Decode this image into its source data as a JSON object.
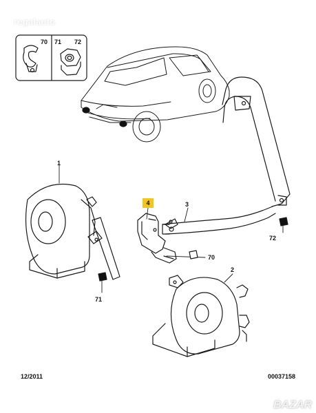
{
  "watermark": "regalauto",
  "inset": {
    "labels": [
      "70",
      "71",
      "72"
    ]
  },
  "callouts": {
    "horn_1": "1",
    "horn_2": "2",
    "bracket_3": "3",
    "bracket_4": "4",
    "nut_72": "72",
    "clip_70": "70",
    "nut_71": "71"
  },
  "footer": {
    "date": "12/2011",
    "ref": "00037158"
  },
  "brand": "BAZAR",
  "colors": {
    "highlight": "#f5c518",
    "line": "#1a1a1a"
  }
}
